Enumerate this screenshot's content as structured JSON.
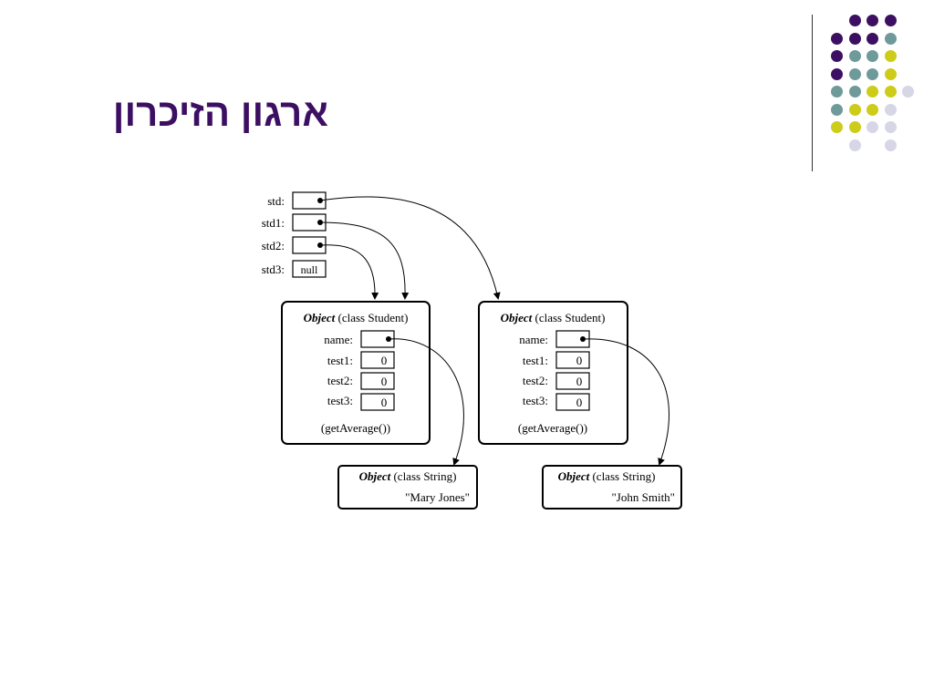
{
  "slide": {
    "title": "ארגון הזיכרון",
    "colors": {
      "title": "#3d0f63",
      "purple": "#3d0f63",
      "teal": "#6f9a9a",
      "yellow": "#cccc19",
      "lavender": "#d6d6e6",
      "line": "#000000"
    }
  },
  "diagram": {
    "variables": [
      {
        "label": "std:",
        "value": ""
      },
      {
        "label": "std1:",
        "value": ""
      },
      {
        "label": "std2:",
        "value": ""
      },
      {
        "label": "std3:",
        "value": "null"
      }
    ],
    "student_objects": [
      {
        "title_italic": "Object",
        "title_rest": " (class Student)",
        "fields": [
          {
            "label": "name:",
            "value": ""
          },
          {
            "label": "test1:",
            "value": "0"
          },
          {
            "label": "test2:",
            "value": "0"
          },
          {
            "label": "test3:",
            "value": "0"
          }
        ],
        "method": "(getAverage())"
      },
      {
        "title_italic": "Object",
        "title_rest": " (class Student)",
        "fields": [
          {
            "label": "name:",
            "value": ""
          },
          {
            "label": "test1:",
            "value": "0"
          },
          {
            "label": "test2:",
            "value": "0"
          },
          {
            "label": "test3:",
            "value": "0"
          }
        ],
        "method": "(getAverage())"
      }
    ],
    "string_objects": [
      {
        "title_italic": "Object",
        "title_rest": " (class String)",
        "value": "\"Mary Jones\""
      },
      {
        "title_italic": "Object",
        "title_rest": " (class String)",
        "value": "\"John Smith\""
      }
    ]
  }
}
